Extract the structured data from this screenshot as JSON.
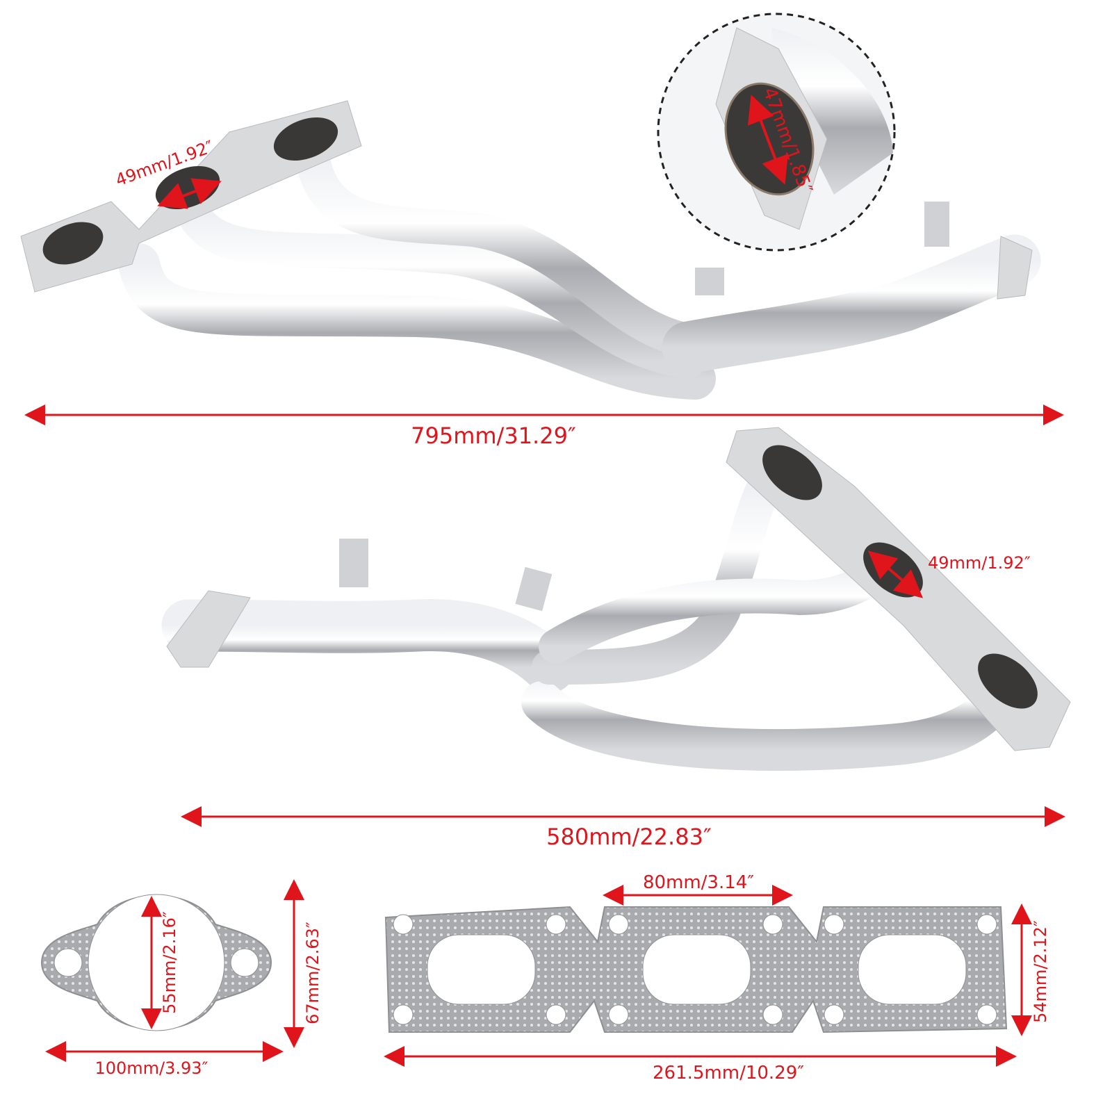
{
  "colors": {
    "annotation": "#e0141b",
    "steel": "#c9cbd0",
    "gasket": "#a9abae",
    "inset_border": "#222222"
  },
  "top_header": {
    "flange_port_label": "49mm/1.92″",
    "length_label": "795mm/31.29″"
  },
  "inset": {
    "outlet_diameter_label": "47mm/1.85″"
  },
  "bottom_header": {
    "flange_port_label": "49mm/1.92″",
    "length_label": "580mm/22.83″"
  },
  "outlet_gasket": {
    "inner_label": "55mm/2.16″",
    "height_label": "67mm/2.63″",
    "width_label": "100mm/3.93″"
  },
  "manifold_gasket": {
    "port_spacing_label": "80mm/3.14″",
    "height_label": "54mm/2.12″",
    "width_label": "261.5mm/10.29″"
  }
}
